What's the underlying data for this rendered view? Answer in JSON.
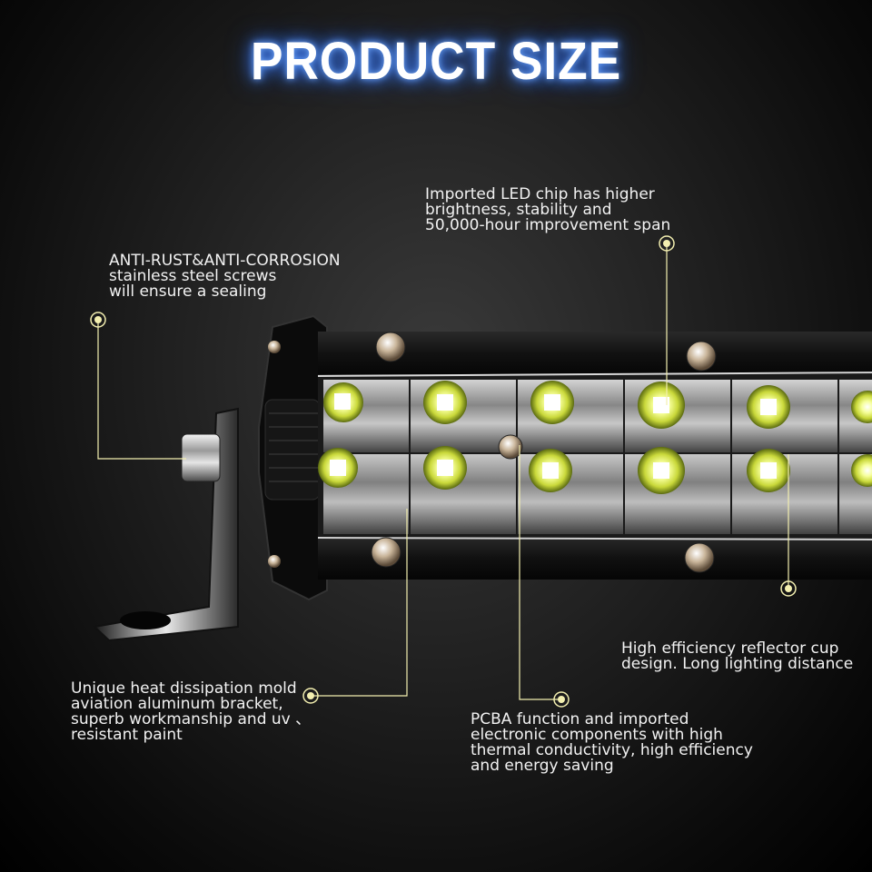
{
  "title": "PRODUCT SIZE",
  "callouts": {
    "led_chip": [
      "Imported LED chip has higher",
      "brightness, stability and",
      "50,000-hour improvement span"
    ],
    "anti_rust": [
      "ANTI-RUST&ANTI-CORROSION",
      "stainless steel screws",
      "will ensure a sealing"
    ],
    "reflector": [
      "High efficiency reflector cup",
      "design. Long lighting distance"
    ],
    "heat": [
      "Unique heat dissipation mold",
      "aviation aluminum bracket,",
      "superb workmanship and uv 、",
      "resistant paint"
    ],
    "pcba": [
      "PCBA function and imported",
      "electronic components with high",
      "thermal conductivity, high efficiency",
      "and energy saving"
    ]
  },
  "colors": {
    "accent_line": "#f3efb0",
    "led_glow": "#e8f06a",
    "title_glow": "#3b7cff"
  },
  "icons": [
    "target-marker-icon"
  ]
}
